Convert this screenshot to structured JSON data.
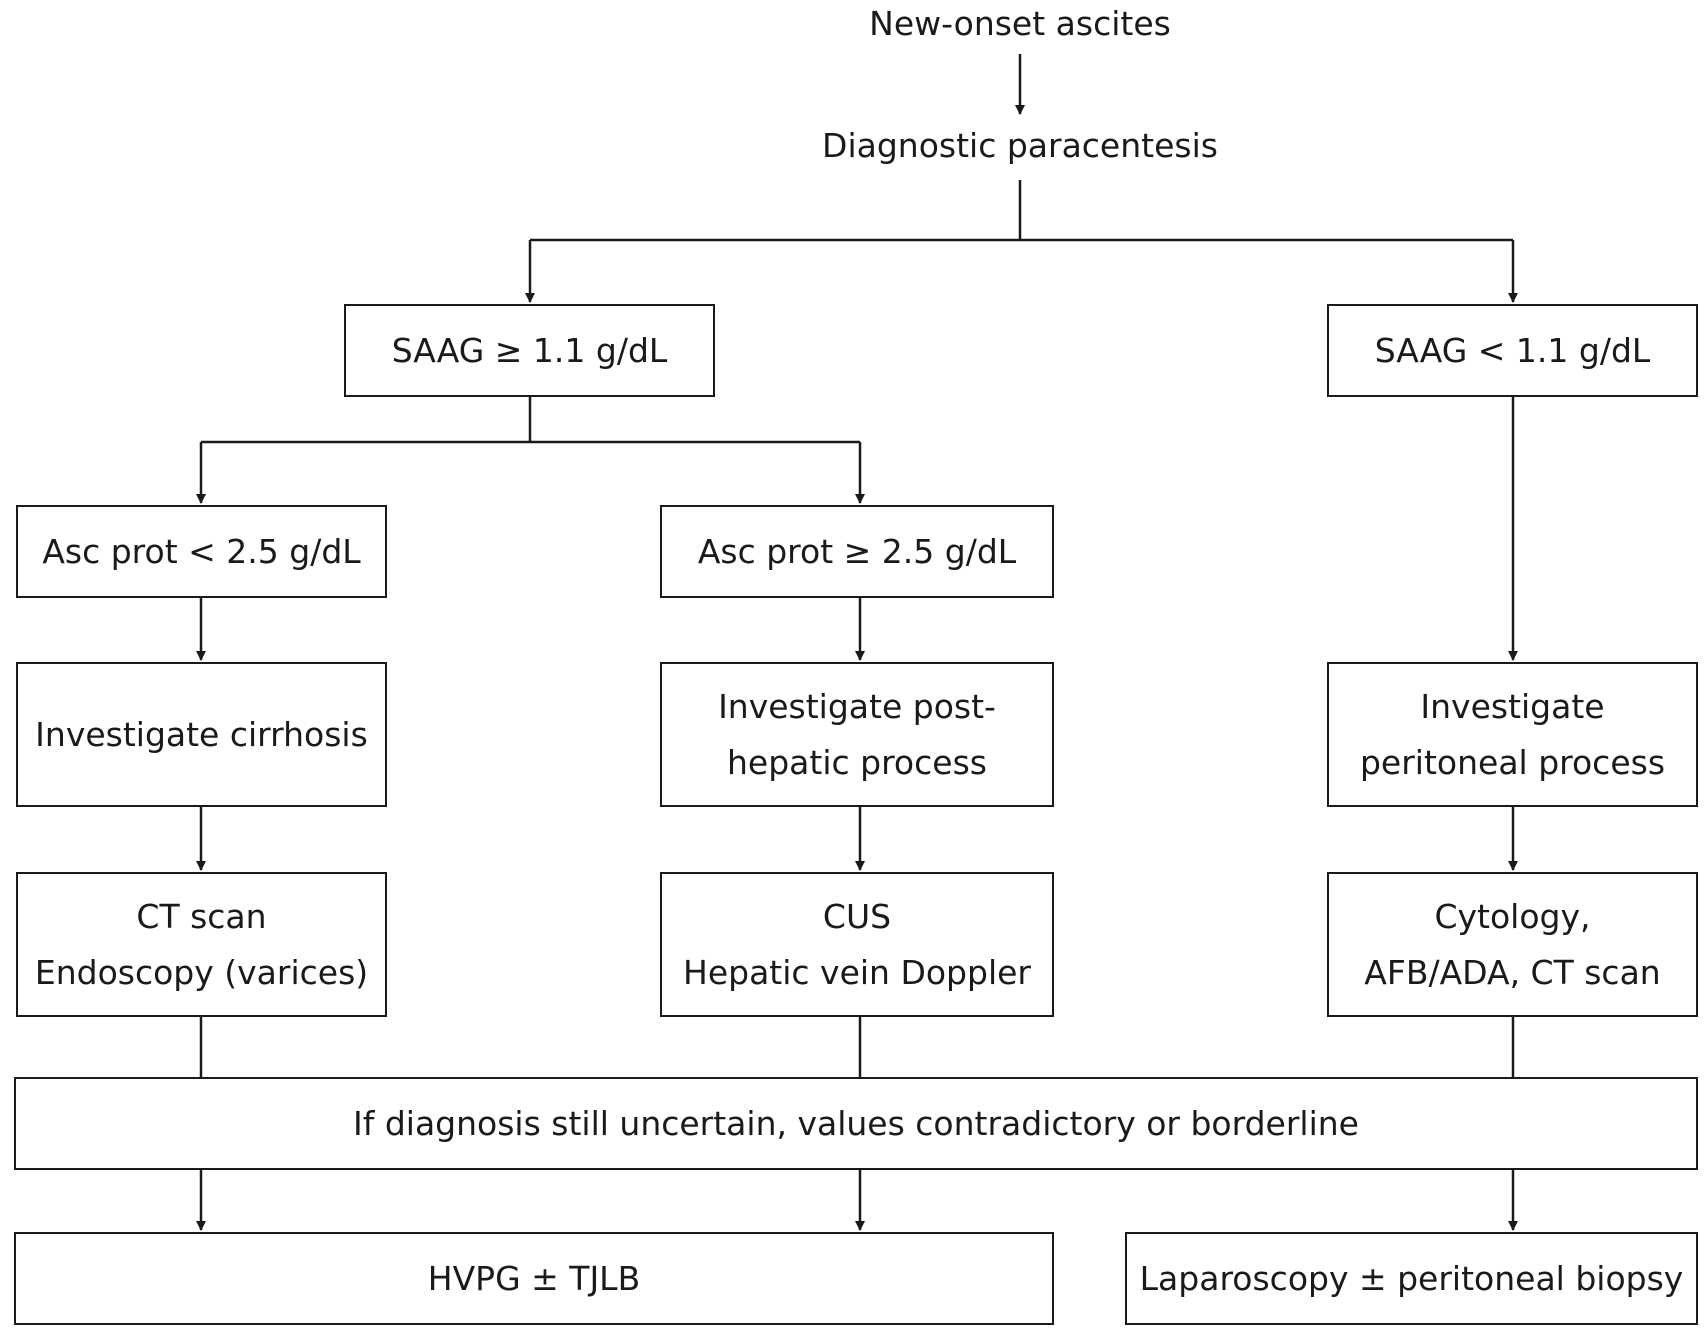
{
  "nodes": {
    "start": "New-onset ascites",
    "paracentesis": "Diagnostic paracentesis",
    "saag_high": "SAAG ≥ 1.1 g/dL",
    "saag_low": "SAAG < 1.1 g/dL",
    "prot_low": "Asc prot < 2.5 g/dL",
    "prot_high": "Asc prot ≥ 2.5 g/dL",
    "inv_cirrhosis": [
      "Investigate cirrhosis"
    ],
    "inv_posthepatic": [
      "Investigate post-",
      "hepatic process"
    ],
    "inv_peritoneal": [
      "Investigate",
      "peritoneal process"
    ],
    "tests_cirrhosis": [
      "CT scan",
      "Endoscopy (varices)"
    ],
    "tests_posthepatic": [
      "CUS",
      "Hepatic vein Doppler"
    ],
    "tests_peritoneal": [
      "Cytology,",
      "AFB/ADA, CT scan"
    ],
    "uncertain": "If diagnosis still uncertain, values contradictory or borderline",
    "hvpg": "HVPG ± TJLB",
    "laparoscopy": "Laparoscopy ± peritoneal biopsy"
  }
}
